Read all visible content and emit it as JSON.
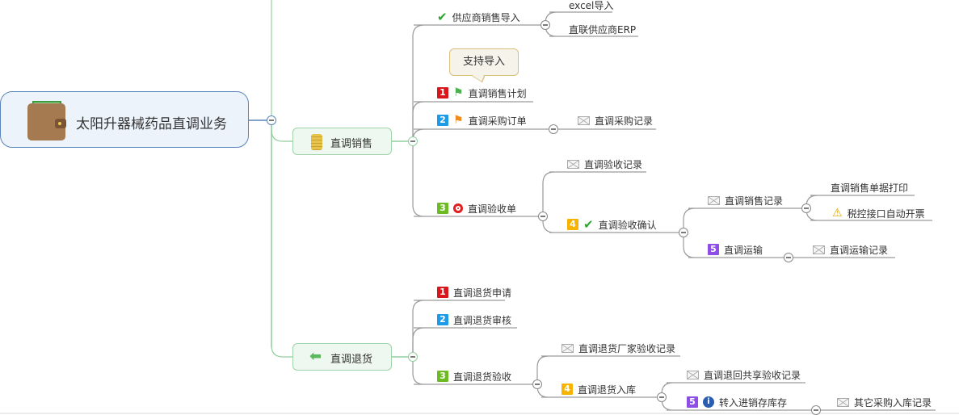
{
  "root": {
    "label": "太阳升器械药品直调业务"
  },
  "sales": {
    "label": "直调销售",
    "import": {
      "label": "供应商销售导入",
      "excel": "excel导入",
      "erp": "直联供应商ERP"
    },
    "note": "支持导入",
    "plan": {
      "num": "1",
      "label": "直调销售计划"
    },
    "order": {
      "num": "2",
      "label": "直调采购订单",
      "record": "直调采购记录"
    },
    "check": {
      "num": "3",
      "label": "直调验收单",
      "record": "直调验收记录",
      "confirm": {
        "num": "4",
        "label": "直调验收确认",
        "salesRecord": {
          "label": "直调销售记录",
          "print": "直调销售单据打印",
          "invoice": "税控接口自动开票"
        },
        "transport": {
          "num": "5",
          "label": "直调运输",
          "record": "直调运输记录"
        }
      }
    }
  },
  "returns": {
    "label": "直调退货",
    "apply": {
      "num": "1",
      "label": "直调退货申请"
    },
    "audit": {
      "num": "2",
      "label": "直调退货审核"
    },
    "accept": {
      "num": "3",
      "label": "直调退货验收",
      "record": "直调退货厂家验收记录",
      "stockIn": {
        "num": "4",
        "label": "直调退货入库",
        "shared": "直调退回共享验收记录",
        "transfer": {
          "num": "5",
          "label": "转入进销存库存",
          "other": "其它采购入库记录"
        }
      }
    }
  },
  "colors": {
    "badge1": "#d9161c",
    "badge2": "#1e9be8",
    "badge3": "#6cbb22",
    "badge4": "#f6b300",
    "badge5": "#8e4ee6"
  }
}
